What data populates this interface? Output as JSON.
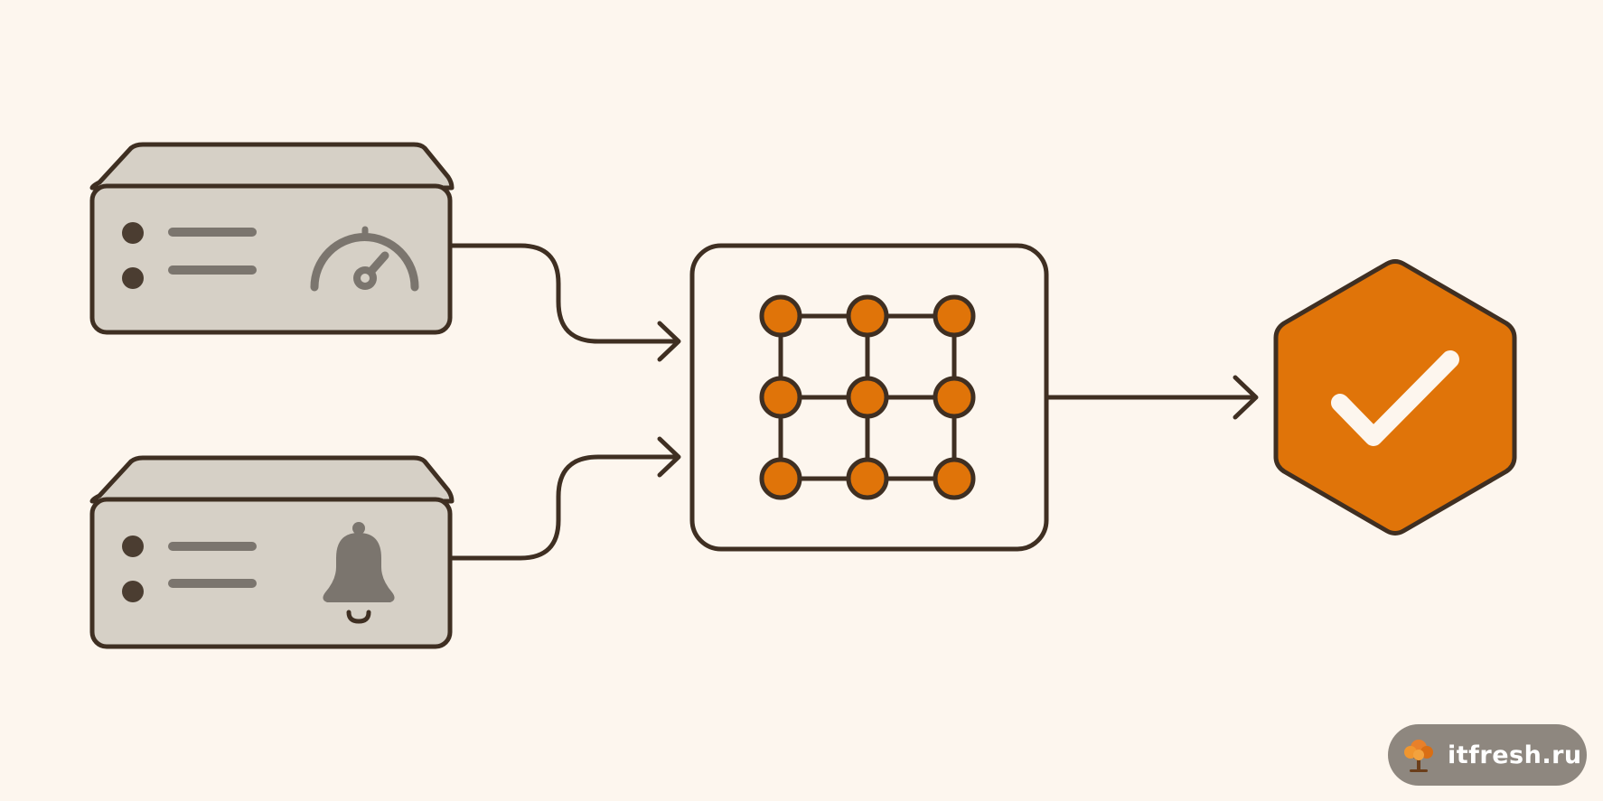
{
  "diagram": {
    "nodes": [
      {
        "id": "server-gauge",
        "kind": "device",
        "icon": "gauge-icon"
      },
      {
        "id": "server-bell",
        "kind": "device",
        "icon": "bell-icon"
      },
      {
        "id": "processor",
        "kind": "grid-network",
        "icon": "network-grid-icon"
      },
      {
        "id": "result",
        "kind": "hexagon",
        "icon": "checkmark-icon"
      }
    ],
    "edges": [
      {
        "from": "server-gauge",
        "to": "processor"
      },
      {
        "from": "server-bell",
        "to": "processor"
      },
      {
        "from": "processor",
        "to": "result"
      }
    ],
    "colors": {
      "background": "#fdf6ee",
      "stroke": "#3f2f22",
      "device_fill": "#d6d0c6",
      "device_detail": "#7b756e",
      "accent": "#e07409",
      "check": "#fdf6ee"
    }
  },
  "watermark": {
    "text": "itfresh.ru",
    "logo_icon": "tree-icon"
  }
}
